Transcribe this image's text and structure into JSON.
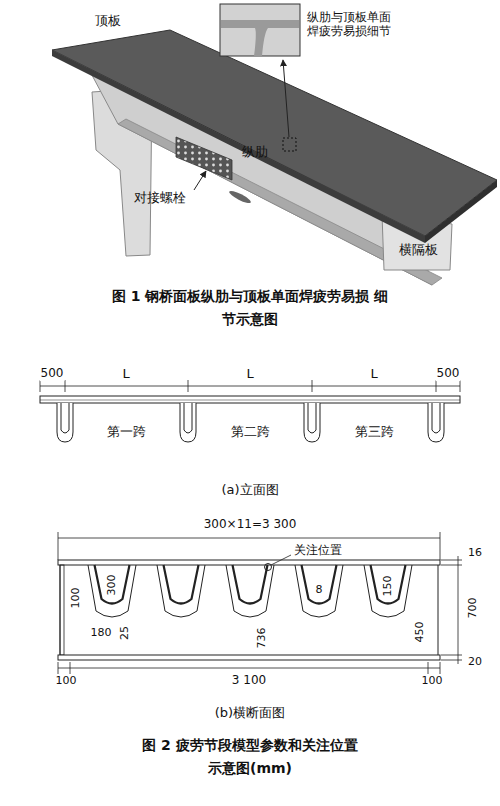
{
  "diagram": {
    "labels": [
      "顶板",
      "纵肋与顶板单面焊疲劳易损细节",
      "纵肋",
      "对接螺栓",
      "横隔板",
      "图 1 钢桥面板纵肋与顶板单面焊疲劳易损 细节示意图",
      "500",
      "L",
      "L",
      "L",
      "500",
      "第一跨",
      "第二跨",
      "第三跨",
      "(a)立面图",
      "300×11=3 300",
      "关注位置",
      "100",
      "180",
      "25",
      "300",
      "736",
      "8",
      "150",
      "450",
      "16",
      "700",
      "20",
      "100",
      "3 100",
      "100",
      "(b)横断面图",
      "图 2 疲劳节段模型参数和关注位置 示意图(mm)"
    ]
  }
}
